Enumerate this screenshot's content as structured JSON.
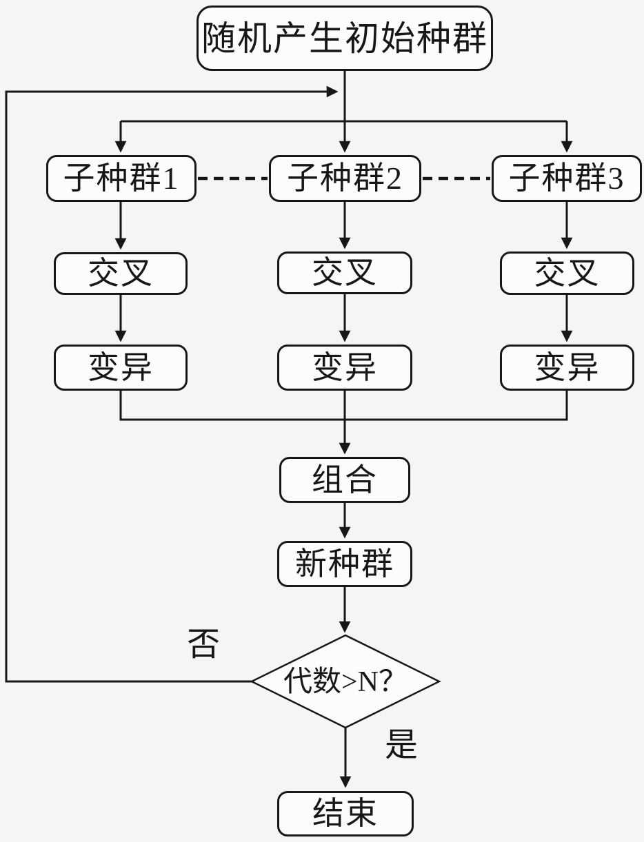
{
  "colors": {
    "background": "#f6f5f3",
    "line": "#171717",
    "box_fill": "#fcfcfc"
  },
  "flowchart": {
    "nodes": {
      "start": {
        "label": "随机产生初始种群",
        "shape": "rounded-rect"
      },
      "sub1": {
        "label": "子种群1",
        "shape": "rounded-rect"
      },
      "sub2": {
        "label": "子种群2",
        "shape": "rounded-rect"
      },
      "sub3": {
        "label": "子种群3",
        "shape": "rounded-rect"
      },
      "cross1": {
        "label": "交叉",
        "shape": "rounded-rect"
      },
      "cross2": {
        "label": "交叉",
        "shape": "rounded-rect"
      },
      "cross3": {
        "label": "交叉",
        "shape": "rounded-rect"
      },
      "mut1": {
        "label": "变异",
        "shape": "rounded-rect"
      },
      "mut2": {
        "label": "变异",
        "shape": "rounded-rect"
      },
      "mut3": {
        "label": "变异",
        "shape": "rounded-rect"
      },
      "combine": {
        "label": "组合",
        "shape": "rounded-rect"
      },
      "newpop": {
        "label": "新种群",
        "shape": "rounded-rect"
      },
      "decision": {
        "label": "代数>N？",
        "shape": "diamond"
      },
      "end": {
        "label": "结束",
        "shape": "rounded-rect"
      }
    },
    "edge_labels": {
      "no": "否",
      "yes": "是"
    }
  }
}
